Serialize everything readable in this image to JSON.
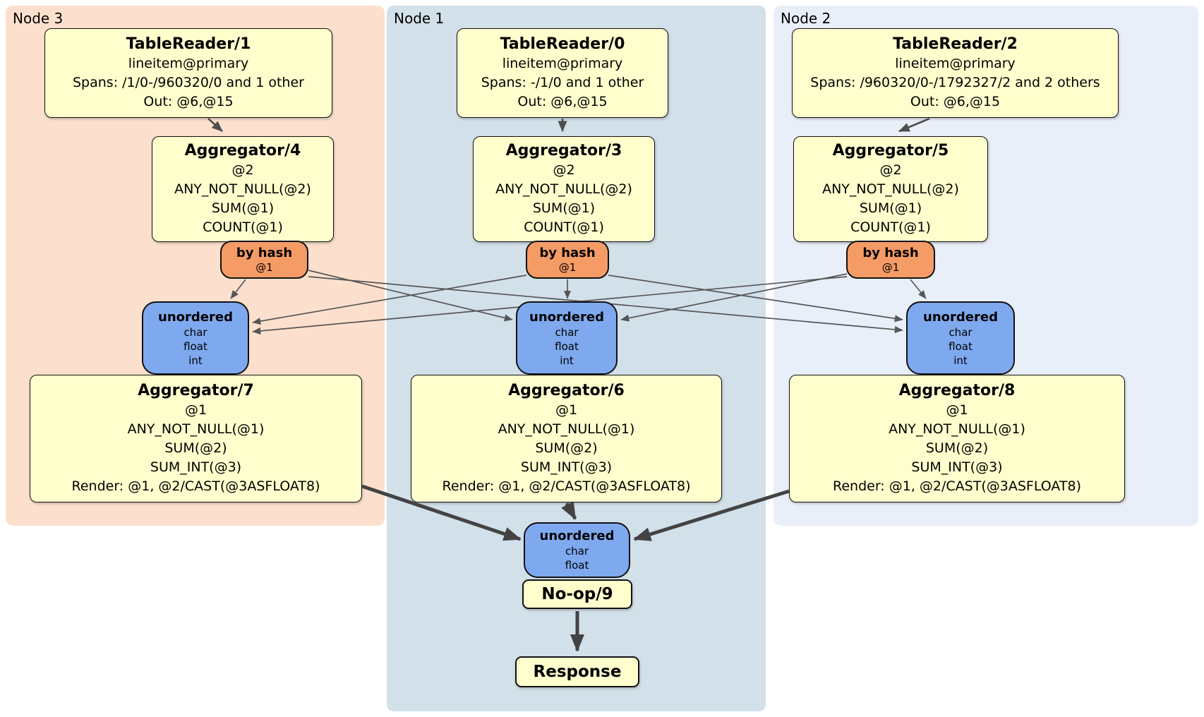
{
  "colors": {
    "bg-node3": "#fce0cd",
    "bg-node1": "#d2e0ea",
    "bg-node2": "#e9eff9",
    "box-yellow": "#ffffcd",
    "router-orange": "#f49b66",
    "sync-blue": "#7fa9ef",
    "edge-med": "#4d4d4d",
    "edge-thin": "#565656",
    "edge-thick": "#434343"
  },
  "nodes": [
    {
      "label": "Node 3",
      "table_reader": {
        "title": "TableReader/1",
        "index": "lineitem@primary",
        "spans": "Spans: /1/0-/960320/0 and 1 other",
        "out": "Out: @6,@15"
      },
      "aggregator_first": {
        "title": "Aggregator/4",
        "lines": [
          "@2",
          "ANY_NOT_NULL(@2)",
          "SUM(@1)",
          "COUNT(@1)"
        ]
      },
      "router": {
        "title": "by hash",
        "column": "@1"
      },
      "sync": {
        "title": "unordered",
        "columns": [
          "char",
          "float",
          "int"
        ]
      },
      "aggregator_second": {
        "title": "Aggregator/7",
        "lines": [
          "@1",
          "ANY_NOT_NULL(@1)",
          "SUM(@2)",
          "SUM_INT(@3)",
          "Render: @1, @2/CAST(@3ASFLOAT8)"
        ]
      }
    },
    {
      "label": "Node 1",
      "table_reader": {
        "title": "TableReader/0",
        "index": "lineitem@primary",
        "spans": "Spans: -/1/0 and 1 other",
        "out": "Out: @6,@15"
      },
      "aggregator_first": {
        "title": "Aggregator/3",
        "lines": [
          "@2",
          "ANY_NOT_NULL(@2)",
          "SUM(@1)",
          "COUNT(@1)"
        ]
      },
      "router": {
        "title": "by hash",
        "column": "@1"
      },
      "sync": {
        "title": "unordered",
        "columns": [
          "char",
          "float",
          "int"
        ]
      },
      "aggregator_second": {
        "title": "Aggregator/6",
        "lines": [
          "@1",
          "ANY_NOT_NULL(@1)",
          "SUM(@2)",
          "SUM_INT(@3)",
          "Render: @1, @2/CAST(@3ASFLOAT8)"
        ]
      }
    },
    {
      "label": "Node 2",
      "table_reader": {
        "title": "TableReader/2",
        "index": "lineitem@primary",
        "spans": "Spans: /960320/0-/1792327/2 and 2 others",
        "out": "Out: @6,@15"
      },
      "aggregator_first": {
        "title": "Aggregator/5",
        "lines": [
          "@2",
          "ANY_NOT_NULL(@2)",
          "SUM(@1)",
          "COUNT(@1)"
        ]
      },
      "router": {
        "title": "by hash",
        "column": "@1"
      },
      "sync": {
        "title": "unordered",
        "columns": [
          "char",
          "float",
          "int"
        ]
      },
      "aggregator_second": {
        "title": "Aggregator/8",
        "lines": [
          "@1",
          "ANY_NOT_NULL(@1)",
          "SUM(@2)",
          "SUM_INT(@3)",
          "Render: @1, @2/CAST(@3ASFLOAT8)"
        ]
      }
    }
  ],
  "final": {
    "sync": {
      "title": "unordered",
      "columns": [
        "char",
        "float"
      ]
    },
    "noop_label": "No-op/9",
    "response_label": "Response"
  }
}
